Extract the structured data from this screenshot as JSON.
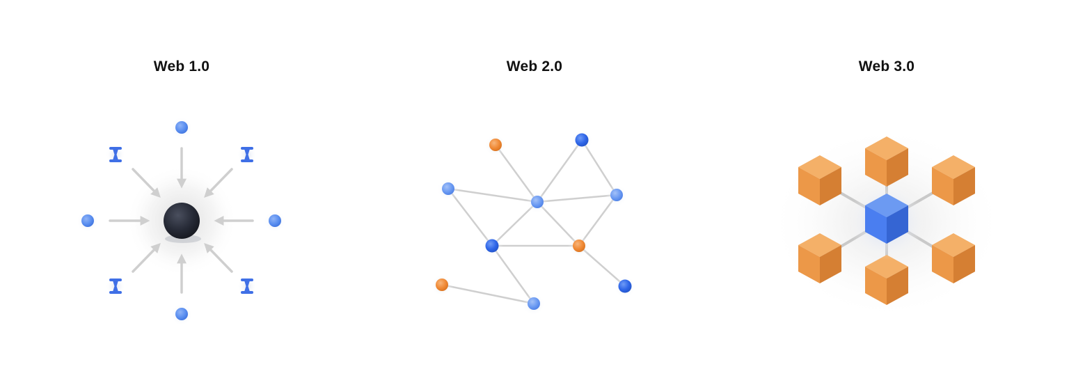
{
  "diagrams": [
    {
      "title": "Web 1.0"
    },
    {
      "title": "Web 2.0"
    },
    {
      "title": "Web 3.0"
    }
  ],
  "colors": {
    "blue_node": "#5b8ff0",
    "blue_node_dark": "#2f66e8",
    "orange_node": "#f08a36",
    "hub_dark": "#22252f",
    "connector_gray": "#cfcfcf",
    "cube_orange_top": "#f4b068",
    "cube_orange_left": "#ec9848",
    "cube_orange_right": "#d57f33",
    "cube_blue_top": "#6c9af2",
    "cube_blue_left": "#4a7ef0",
    "cube_blue_right": "#3565d3"
  }
}
